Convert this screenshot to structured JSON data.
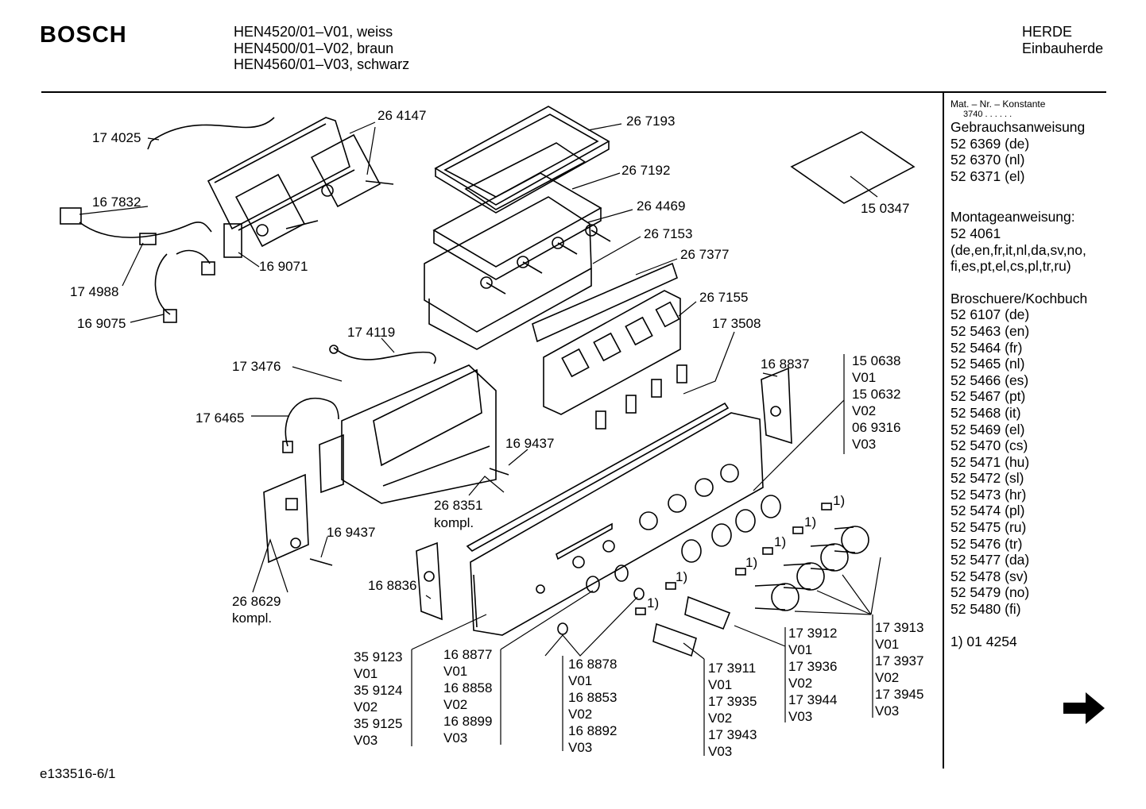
{
  "header": {
    "brand": "BOSCH",
    "models": [
      "HEN4520/01–V01, weiss",
      "HEN4500/01–V02, braun",
      "HEN4560/01–V03, schwarz"
    ],
    "category": [
      "HERDE",
      "Einbauherde"
    ]
  },
  "footer": {
    "doc_id": "e133516-6/1"
  },
  "sidebar": {
    "constant_label": "Mat. – Nr. – Konstante",
    "constant_value": "3740 . . . . . .",
    "gebrauch": {
      "title": "Gebrauchsanweisung",
      "items": [
        "52 6369 (de)",
        "52 6370 (nl)",
        "52 6371 (el)"
      ]
    },
    "montage": {
      "title": "Montageanweisung:",
      "items": [
        "52 4061",
        "(de,en,fr,it,nl,da,sv,no,",
        "fi,es,pt,el,cs,pl,tr,ru)"
      ]
    },
    "broschuere": {
      "title": "Broschuere/Kochbuch",
      "items": [
        "52 6107 (de)",
        "52 5463 (en)",
        "52 5464 (fr)",
        "52 5465 (nl)",
        "52 5466 (es)",
        "52 5467 (pt)",
        "52 5468 (it)",
        "52 5469 (el)",
        "52 5470 (cs)",
        "52 5471 (hu)",
        "52 5472 (sl)",
        "52 5473 (hr)",
        "52 5474 (pl)",
        "52 5475 (ru)",
        "52 5476 (tr)",
        "52 5477 (da)",
        "52 5478 (sv)",
        "52 5479 (no)",
        "52 5480 (fi)"
      ]
    },
    "footnote": "1) 01 4254"
  },
  "parts": {
    "p174025": "17 4025",
    "p264147": "26 4147",
    "p267193": "26 7193",
    "p267192": "26 7192",
    "p264469": "26 4469",
    "p267153": "26 7153",
    "p267377": "26 7377",
    "p267155": "26 7155",
    "p173508": "17 3508",
    "p167832": "16 7832",
    "p169071": "16 9071",
    "p174988": "17 4988",
    "p169075": "16 9075",
    "p150347": "15 0347",
    "p174119": "17 4119",
    "p173476": "17 3476",
    "p176465": "17 6465",
    "p169437a": "16 9437",
    "p268351": [
      "26 8351",
      "kompl."
    ],
    "p169437b": "16 9437",
    "p268629": [
      "26 8629",
      "kompl."
    ],
    "p168836": "16 8836",
    "p168837": "16 8837",
    "g150638": [
      "15 0638",
      "V01",
      "15 0632",
      "V02",
      "06 9316",
      "V03"
    ],
    "g359123": [
      "35 9123",
      "V01",
      "35 9124",
      "V02",
      "35 9125",
      "V03"
    ],
    "g168877": [
      "16 8877",
      "V01",
      "16 8858",
      "V02",
      "16 8899",
      "V03"
    ],
    "g168878": [
      "16 8878",
      "V01",
      "16 8853",
      "V02",
      "16 8892",
      "V03"
    ],
    "g173911": [
      "17 3911",
      "V01",
      "17 3935",
      "V02",
      "17 3943",
      "V03"
    ],
    "g173912": [
      "17 3912",
      "V01",
      "17 3936",
      "V02",
      "17 3944",
      "V03"
    ],
    "g173913": [
      "17 3913",
      "V01",
      "17 3937",
      "V02",
      "17 3945",
      "V03"
    ],
    "footnote_mark": "1)"
  }
}
